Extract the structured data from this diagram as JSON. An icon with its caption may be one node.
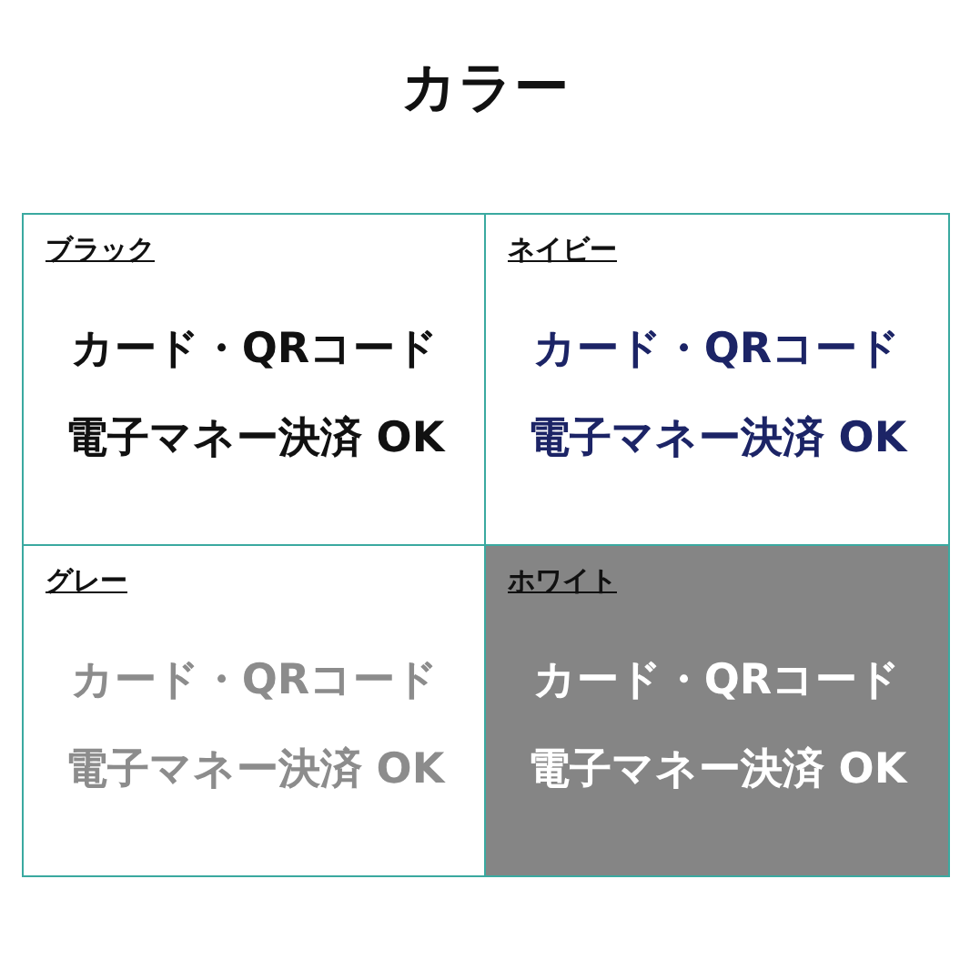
{
  "diagram": {
    "title": "カラー",
    "nodes": [
      {
        "text": [
          "ブラック",
          "カード・QRコード",
          "電子マネー決済 OK"
        ]
      },
      {
        "text": [
          "ネイビー",
          "カード・QRコード",
          "電子マネー決済 OK"
        ]
      },
      {
        "text": [
          "グレー",
          "カード・QRコード",
          "電子マネー決済 OK"
        ]
      },
      {
        "text": [
          "ホワイト",
          "カード・QRコード",
          "電子マネー決済 OK"
        ]
      }
    ]
  }
}
